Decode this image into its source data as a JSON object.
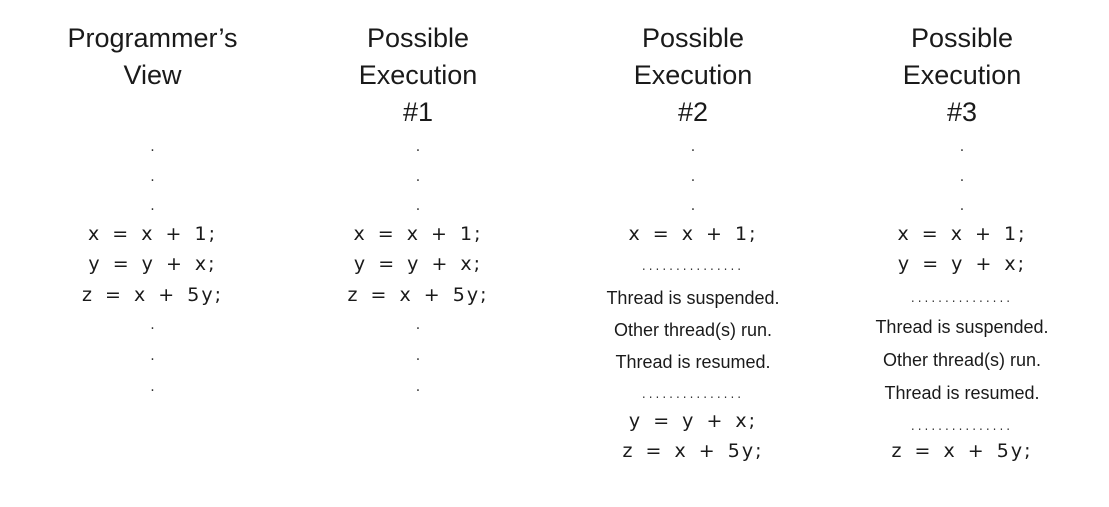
{
  "columns": [
    {
      "heading": [
        "Programmer’s",
        "View"
      ],
      "lines": [
        {
          "kind": "dot",
          "text": "."
        },
        {
          "kind": "dot",
          "text": "."
        },
        {
          "kind": "dot",
          "text": "."
        },
        {
          "kind": "code",
          "text": "x = x + 1;"
        },
        {
          "kind": "code",
          "text": "y = y + x;"
        },
        {
          "kind": "code",
          "text": "z = x + 5y;"
        },
        {
          "kind": "dot",
          "text": "."
        },
        {
          "kind": "dot",
          "text": "."
        },
        {
          "kind": "dot",
          "text": "."
        }
      ]
    },
    {
      "heading": [
        "Possible",
        "Execution",
        "#1"
      ],
      "lines": [
        {
          "kind": "dot",
          "text": "."
        },
        {
          "kind": "dot",
          "text": "."
        },
        {
          "kind": "dot",
          "text": "."
        },
        {
          "kind": "code",
          "text": "x = x + 1;"
        },
        {
          "kind": "code",
          "text": "y = y + x;"
        },
        {
          "kind": "code",
          "text": "z = x + 5y;"
        },
        {
          "kind": "dot",
          "text": "."
        },
        {
          "kind": "dot",
          "text": "."
        },
        {
          "kind": "dot",
          "text": "."
        }
      ]
    },
    {
      "heading": [
        "Possible",
        "Execution",
        "#2"
      ],
      "lines": [
        {
          "kind": "dot",
          "text": "."
        },
        {
          "kind": "dot",
          "text": "."
        },
        {
          "kind": "dot",
          "text": "."
        },
        {
          "kind": "code",
          "text": "x = x + 1;"
        },
        {
          "kind": "sep",
          "text": "..............."
        },
        {
          "kind": "note",
          "text": "Thread is suspended."
        },
        {
          "kind": "note",
          "text": "Other thread(s) run."
        },
        {
          "kind": "note",
          "text": "Thread is resumed."
        },
        {
          "kind": "sep",
          "text": "..............."
        },
        {
          "kind": "code",
          "text": "y = y + x;"
        },
        {
          "kind": "code",
          "text": "z = x + 5y;"
        }
      ]
    },
    {
      "heading": [
        "Possible",
        "Execution",
        "#3"
      ],
      "lines": [
        {
          "kind": "dot",
          "text": "."
        },
        {
          "kind": "dot",
          "text": "."
        },
        {
          "kind": "dot",
          "text": "."
        },
        {
          "kind": "code",
          "text": "x = x + 1;"
        },
        {
          "kind": "code",
          "text": "y = y + x;"
        },
        {
          "kind": "sep",
          "text": "..............."
        },
        {
          "kind": "note",
          "text": "Thread is suspended."
        },
        {
          "kind": "note",
          "text": "Other thread(s) run."
        },
        {
          "kind": "note",
          "text": "Thread is resumed."
        },
        {
          "kind": "sep",
          "text": "..............."
        },
        {
          "kind": "code",
          "text": "z = x + 5y;"
        }
      ]
    }
  ]
}
